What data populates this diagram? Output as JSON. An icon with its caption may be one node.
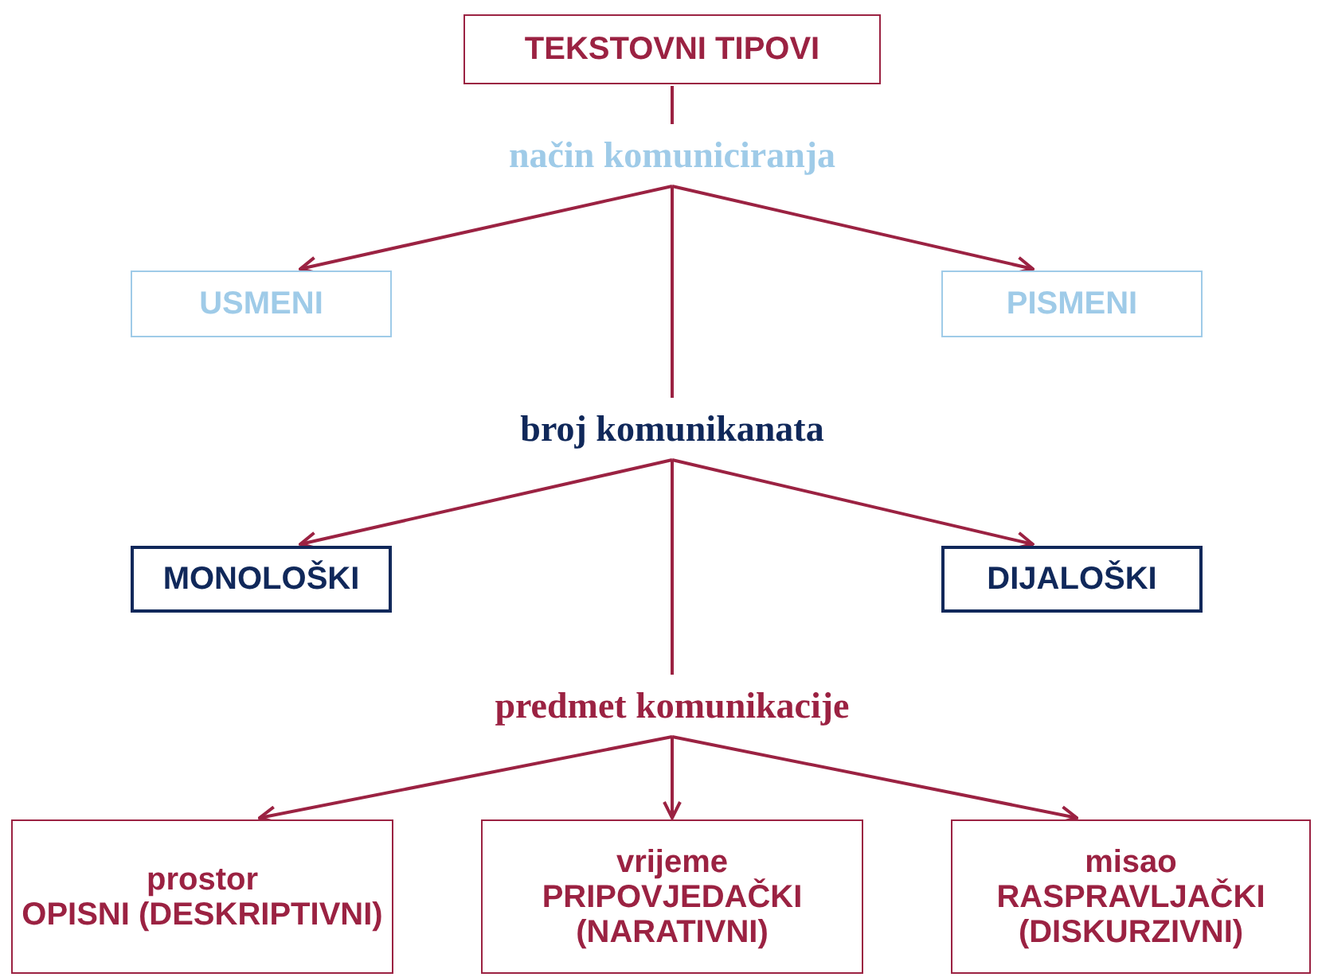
{
  "diagram": {
    "nodes": [
      {
        "text": [
          "TEKSTOVNI TIPOVI"
        ]
      },
      {
        "text": [
          "način komuniciranja"
        ]
      },
      {
        "text": [
          "USMENI"
        ]
      },
      {
        "text": [
          "PISMENI"
        ]
      },
      {
        "text": [
          "broj komunikanata"
        ]
      },
      {
        "text": [
          "MONOLOŠKI"
        ]
      },
      {
        "text": [
          "DIJALOŠKI"
        ]
      },
      {
        "text": [
          "predmet komunikacije"
        ]
      },
      {
        "text": [
          "prostor",
          "OPISNI (DESKRIPTIVNI)"
        ]
      },
      {
        "text": [
          "vrijeme",
          "PRIPOVJEDAČKI (NARATIVNI)"
        ]
      },
      {
        "text": [
          "misao",
          "RASPRAVLJAČKI (DISKURZIVNI)"
        ]
      }
    ],
    "edges": [
      {
        "from": 0,
        "to": 1,
        "arrow": "none"
      },
      {
        "from": 1,
        "to": 2,
        "arrow": "to"
      },
      {
        "from": 1,
        "to": 3,
        "arrow": "to"
      },
      {
        "from": 1,
        "to": 4,
        "arrow": "none"
      },
      {
        "from": 4,
        "to": 5,
        "arrow": "to"
      },
      {
        "from": 4,
        "to": 6,
        "arrow": "to"
      },
      {
        "from": 4,
        "to": 7,
        "arrow": "none"
      },
      {
        "from": 7,
        "to": 8,
        "arrow": "to"
      },
      {
        "from": 7,
        "to": 9,
        "arrow": "to"
      },
      {
        "from": 7,
        "to": 10,
        "arrow": "to"
      }
    ]
  }
}
